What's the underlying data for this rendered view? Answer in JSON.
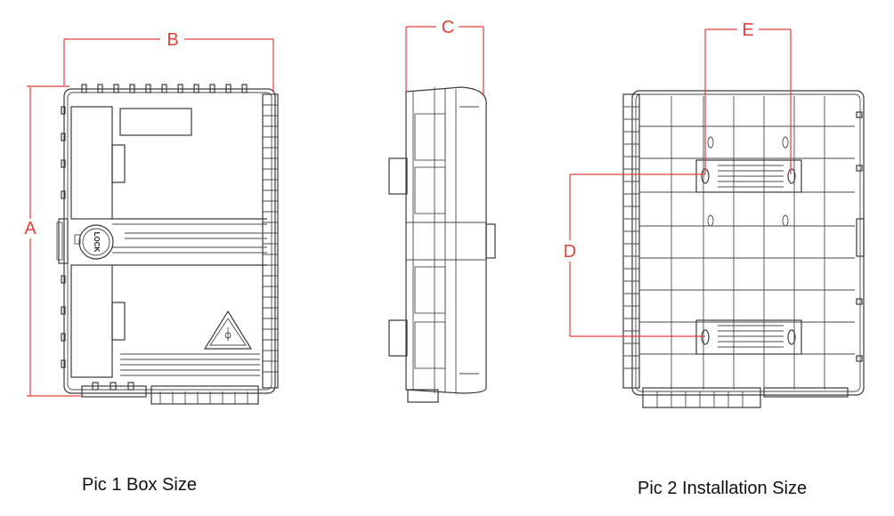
{
  "colors": {
    "dimension": "#e0413a",
    "outline": "#3a3a3a",
    "background": "#ffffff"
  },
  "dimensions": {
    "a": "A",
    "b": "B",
    "c": "C",
    "d": "D",
    "e": "E"
  },
  "box_front": {
    "lock_label": "LOCK",
    "warning_symbol": "warning-triangle-icon"
  },
  "captions": {
    "pic1": "Pic 1 Box Size",
    "pic2": "Pic 2 Installation Size"
  }
}
